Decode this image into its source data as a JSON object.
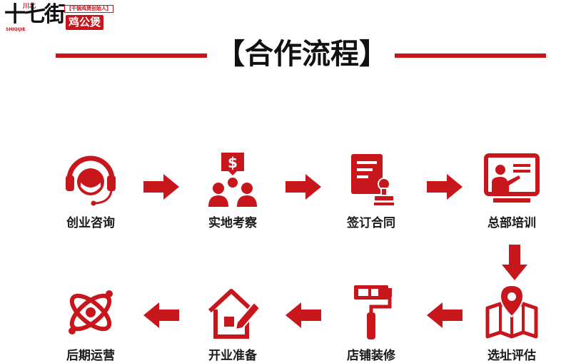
{
  "logo": {
    "brand": "十七街",
    "brand_top": "川北",
    "brand_sub": "SHIQIJIE",
    "slogan": "【干锅鸡煲创始人】",
    "tag": "鸡公煲"
  },
  "title": "【合作流程】",
  "accent_color": "#c8161d",
  "steps": [
    {
      "label": "创业咨询",
      "icon": "headset-agent-icon"
    },
    {
      "label": "实地考察",
      "icon": "team-dollar-icon"
    },
    {
      "label": "签订合同",
      "icon": "contract-stamp-icon"
    },
    {
      "label": "总部培训",
      "icon": "training-board-icon"
    },
    {
      "label": "选址评估",
      "icon": "map-pin-icon"
    },
    {
      "label": "店铺装修",
      "icon": "paint-roller-icon"
    },
    {
      "label": "开业准备",
      "icon": "house-pencil-icon"
    },
    {
      "label": "后期运营",
      "icon": "orbit-operations-icon"
    }
  ]
}
